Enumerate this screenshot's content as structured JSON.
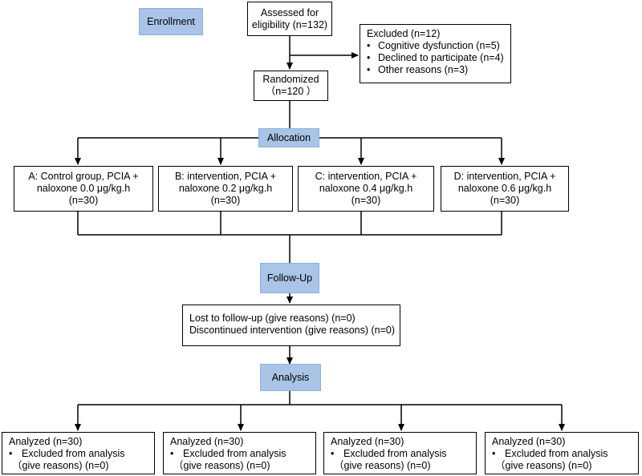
{
  "phases": {
    "enrollment": "Enrollment",
    "allocation": "Allocation",
    "followup": "Follow-Up",
    "analysis": "Analysis"
  },
  "assessed": {
    "line1": "Assessed for",
    "line2": "eligibility (n=132)"
  },
  "excluded": {
    "title": "Excluded (n=12)",
    "bullet": "•",
    "items": [
      "Cognitive dysfunction (n=5)",
      "Declined to participate (n=4)",
      "Other reasons (n=3)"
    ]
  },
  "randomized": {
    "line1": "Randomized",
    "line2": "（n=120 ）"
  },
  "groups": [
    {
      "line1": "A: Control group, PCIA +",
      "line2": "naloxone 0.0 μg/kg.h",
      "line3": "(n=30)"
    },
    {
      "line1": "B: intervention, PCIA +",
      "line2": "naloxone 0.2 μg/kg.h",
      "line3": "(n=30)"
    },
    {
      "line1": "C: intervention, PCIA +",
      "line2": "naloxone 0.4 μg/kg.h",
      "line3": "(n=30)"
    },
    {
      "line1": "D: intervention, PCIA +",
      "line2": "naloxone 0.6 μg/kg.h",
      "line3": "(n=30)"
    }
  ],
  "followup_box": {
    "line1": "Lost to follow-up (give reasons) (n=0)",
    "line2": "Discontinued intervention (give reasons) (n=0)"
  },
  "analyzed": [
    {
      "title": "Analyzed (n=30)",
      "bullet": "•",
      "item": "Excluded from analysis",
      "reason": "（give reasons) (n=0)"
    },
    {
      "title": "Analyzed (n=30)",
      "bullet": "•",
      "item": "Excluded from analysis",
      "reason": "（give reasons) (n=0)"
    },
    {
      "title": "Analyzed (n=30)",
      "bullet": "•",
      "item": "Excluded from analysis",
      "reason": "（give reasons) (n=0)"
    },
    {
      "title": "Analyzed (n=30)",
      "bullet": "•",
      "item": "Excluded from analysis",
      "reason": "（give reasons) (n=0)"
    }
  ]
}
